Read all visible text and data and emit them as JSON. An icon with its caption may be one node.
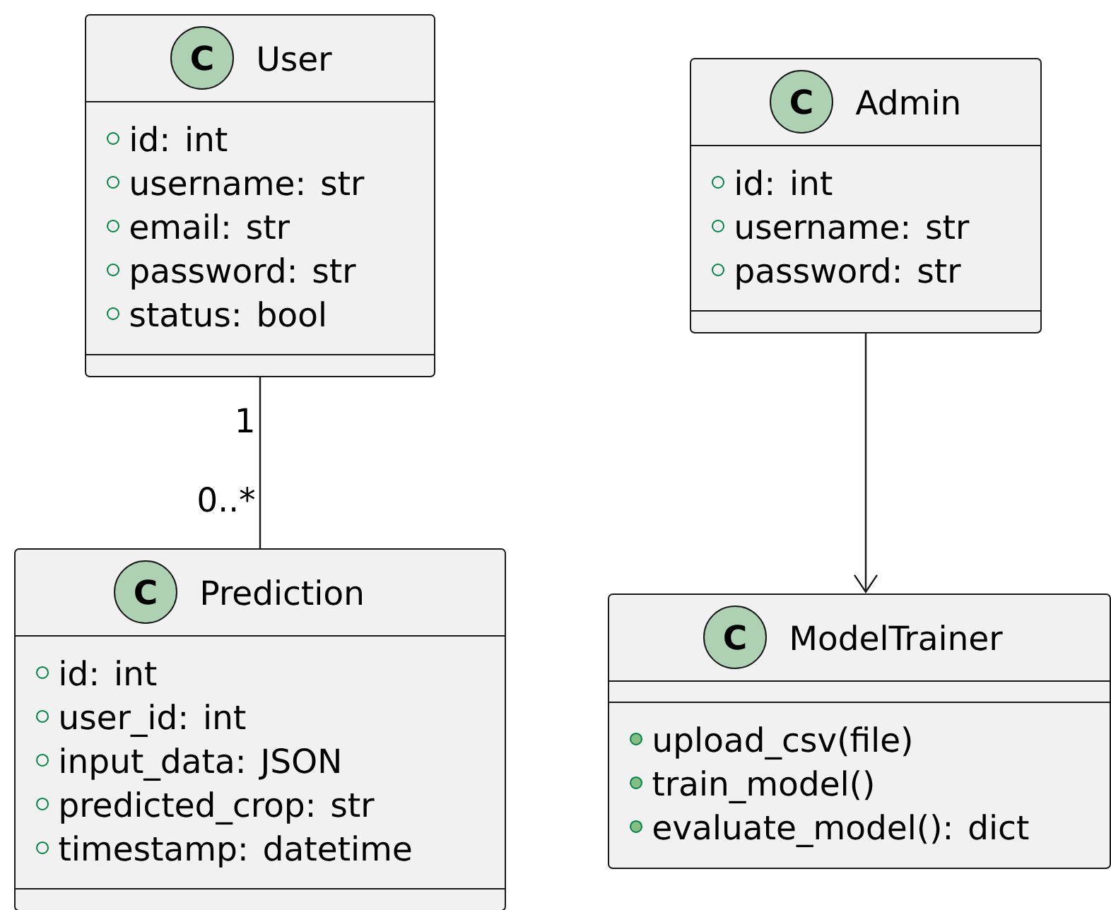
{
  "diagram": {
    "nodes": [
      {
        "text": [
          "C",
          "User"
        ]
      },
      {
        "text": [
          "id: int",
          "username: str",
          "email: str",
          "password: str",
          "status: bool"
        ],
        "in": 0
      },
      {
        "text": [],
        "shape": "box",
        "in": 0
      },
      {
        "text": [
          "C",
          "Admin"
        ]
      },
      {
        "text": [
          "id: int",
          "username: str",
          "password: str"
        ],
        "in": 3
      },
      {
        "text": [],
        "shape": "box",
        "in": 3
      },
      {
        "text": [
          "C",
          "Prediction"
        ]
      },
      {
        "text": [
          "id: int",
          "user_id: int",
          "input_data: JSON",
          "predicted_crop: str",
          "timestamp: datetime"
        ],
        "in": 6
      },
      {
        "text": [],
        "shape": "box",
        "in": 6
      },
      {
        "text": [
          "C",
          "ModelTrainer"
        ]
      },
      {
        "text": [],
        "shape": "box",
        "in": 9
      },
      {
        "text": [
          "upload_csv(file)",
          "train_model()",
          "evaluate_model(): dict"
        ],
        "in": 9
      }
    ],
    "edges": [
      {
        "from": 0,
        "to": 6,
        "arrow": "none"
      },
      {
        "from": 3,
        "to": 9,
        "arrow": "to"
      }
    ],
    "labels": [
      "1",
      "0..*"
    ]
  }
}
